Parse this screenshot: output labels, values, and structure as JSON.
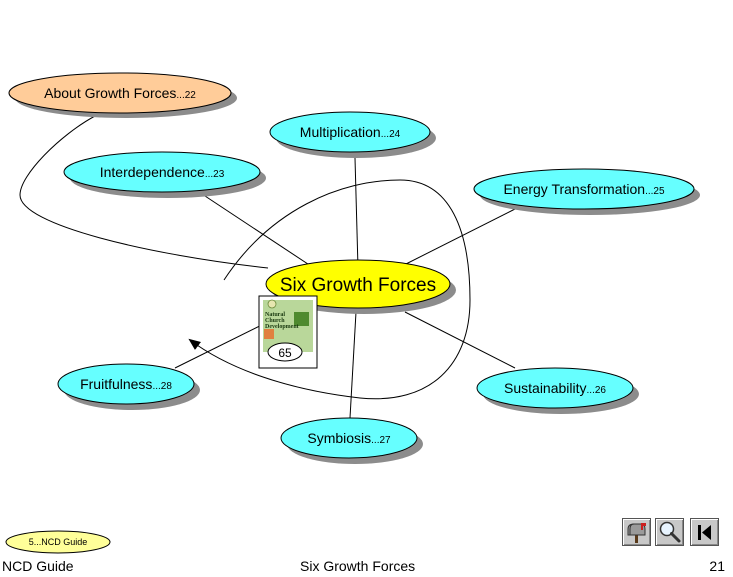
{
  "diagram": {
    "center": {
      "label": "Six Growth Forces"
    },
    "nodes": [
      {
        "id": "about",
        "label": "About Growth Forces",
        "page": "...22"
      },
      {
        "id": "multiplication",
        "label": "Multiplication",
        "page": "...24"
      },
      {
        "id": "interdependence",
        "label": "Interdependence",
        "page": "...23"
      },
      {
        "id": "energy",
        "label": "Energy Transformation",
        "page": "...25"
      },
      {
        "id": "fruitfulness",
        "label": "Fruitfulness",
        "page": "...28"
      },
      {
        "id": "sustainability",
        "label": "Sustainability",
        "page": "...26"
      },
      {
        "id": "symbiosis",
        "label": "Symbiosis",
        "page": "...27"
      }
    ],
    "book": {
      "title_lines": [
        "Natural",
        "Church",
        "Development"
      ],
      "badge": "65"
    }
  },
  "guide_link": {
    "label": "5...NCD Guide"
  },
  "footer": {
    "left": "NCD Guide",
    "center": "Six Growth Forces",
    "page_number": "21"
  },
  "colors": {
    "cyan_node": "#66ffff",
    "orange_node": "#ffcc99",
    "yellow_center": "#ffff00",
    "shadow": "#8c8c8c"
  },
  "icons": [
    "mailbox-icon",
    "magnifier-icon",
    "first-page-icon"
  ]
}
